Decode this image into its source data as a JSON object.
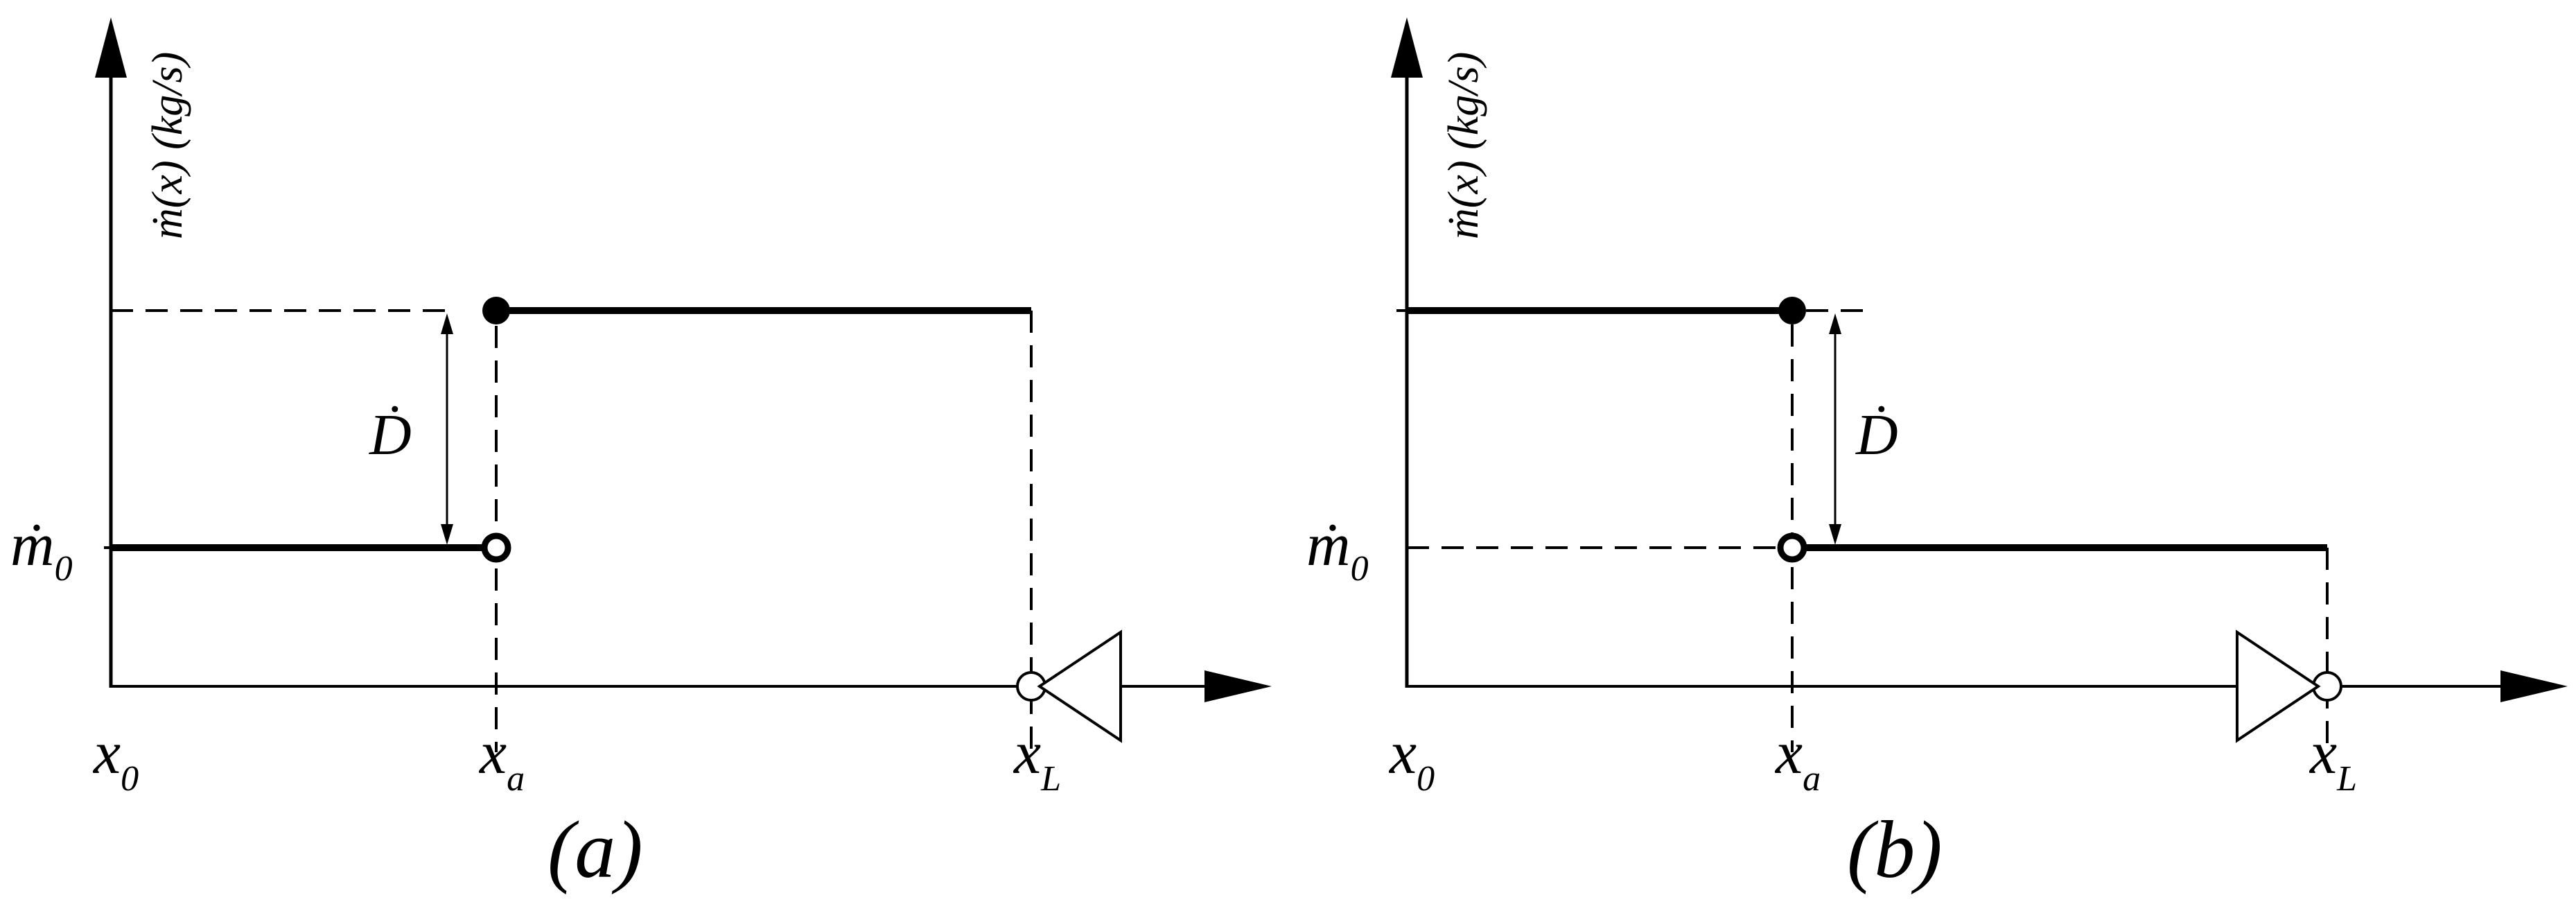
{
  "panels": [
    {
      "id": "a",
      "caption": "(a)",
      "ylabel": "ṁ(x) (kg/s)",
      "y_tick_main": "ṁ",
      "y_tick_sub": "0",
      "x_ticks": [
        {
          "main": "x",
          "sub": "0"
        },
        {
          "main": "x",
          "sub": "a"
        },
        {
          "main": "x",
          "sub": "L"
        }
      ],
      "jump_label": "Ḋ"
    },
    {
      "id": "b",
      "caption": "(b)",
      "ylabel": "ṁ(x) (kg/s)",
      "y_tick_main": "ṁ",
      "y_tick_sub": "0",
      "x_ticks": [
        {
          "main": "x",
          "sub": "0"
        },
        {
          "main": "x",
          "sub": "a"
        },
        {
          "main": "x",
          "sub": "L"
        }
      ],
      "jump_label": "Ḋ"
    }
  ]
}
